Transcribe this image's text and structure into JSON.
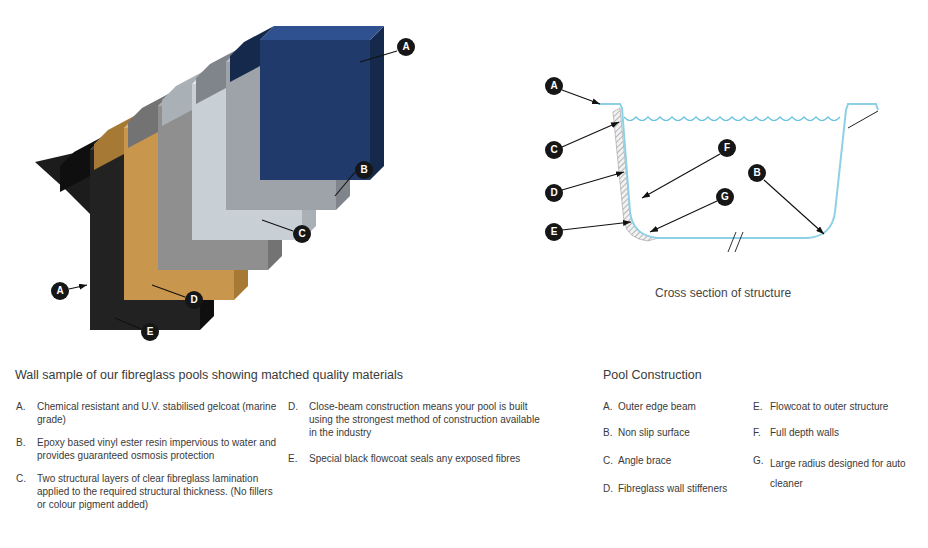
{
  "diagram": {
    "caption": "Cross section of structure",
    "nodes": [
      {
        "text": [
          "A"
        ]
      },
      {
        "text": [
          "B"
        ]
      },
      {
        "text": [
          "C"
        ]
      },
      {
        "text": [
          "A"
        ]
      },
      {
        "text": [
          "D"
        ]
      },
      {
        "text": [
          "E"
        ]
      },
      {
        "text": [
          "A"
        ]
      },
      {
        "text": [
          "F"
        ]
      },
      {
        "text": [
          "C"
        ]
      },
      {
        "text": [
          "B"
        ]
      },
      {
        "text": [
          "D"
        ]
      },
      {
        "text": [
          "G"
        ]
      },
      {
        "text": [
          "E"
        ]
      }
    ],
    "labels": [
      "Wall sample of our fibreglass pools showing matched quality materials",
      "A.",
      "Chemical resistant and U.V. stabilised gelcoat (marine grade)",
      "B.",
      "Epoxy based vinyl ester resin impervious to water and provides guaranteed osmosis protection",
      "C.",
      "Two structural layers of clear fibreglass lamination applied to the required structural thickness. (No fillers or colour pigment added)",
      "D.",
      "Close-beam construction means your pool is built using the strongest method of construction available in the industry",
      "E.",
      "Special black flowcoat seals any exposed fibres",
      "Pool Construction",
      "A.",
      "Outer edge beam",
      "B.",
      "Non slip surface",
      "C.",
      "Angle brace",
      "D.",
      "Fibreglass wall stiffeners",
      "E.",
      "Flowcoat to outer structure",
      "F.",
      "Full depth walls",
      "G.",
      "Large radius designed for auto cleaner"
    ]
  }
}
